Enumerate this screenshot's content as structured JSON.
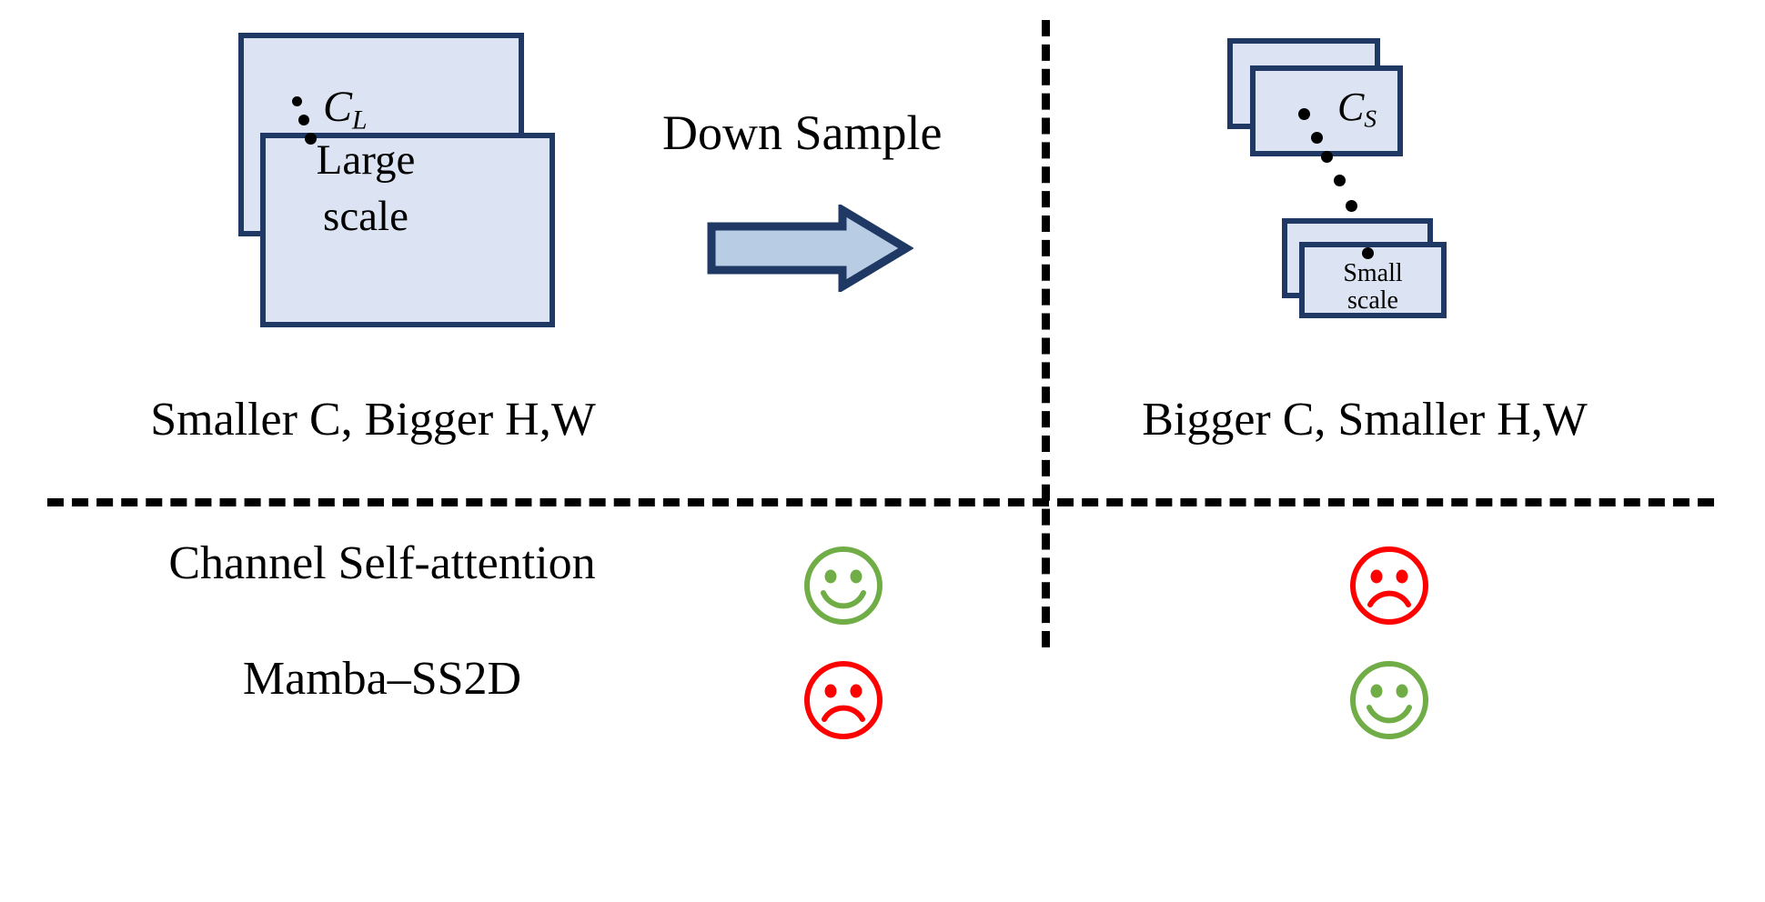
{
  "figure": {
    "title_text": "",
    "colors": {
      "map_fill": "#dce3f2",
      "map_stroke": "#1f3864",
      "arrow_fill": "#b8cce4",
      "arrow_stroke": "#1f3864",
      "happy": "#70ad47",
      "sad": "#ff0000",
      "divider": "#000000"
    }
  },
  "left_panel": {
    "channel_symbol": "C",
    "channel_subscript": "L",
    "map_label_line1": "Large",
    "map_label_line2": "scale",
    "caption": "Smaller C, Bigger H,W"
  },
  "transition": {
    "label": "Down Sample",
    "arrow_icon": "right-arrow-icon"
  },
  "right_panel": {
    "channel_symbol": "C",
    "channel_subscript": "S",
    "map_label_line1": "Small",
    "map_label_line2": "scale",
    "caption": "Bigger C, Smaller H,W"
  },
  "comparison_rows": [
    {
      "label": "Channel Self-attention",
      "left_verdict": "happy",
      "left_icon": "happy-face-icon",
      "right_verdict": "sad",
      "right_icon": "sad-face-icon"
    },
    {
      "label": "Mamba–SS2D",
      "left_verdict": "sad",
      "left_icon": "sad-face-icon",
      "right_verdict": "happy",
      "right_icon": "happy-face-icon"
    }
  ]
}
